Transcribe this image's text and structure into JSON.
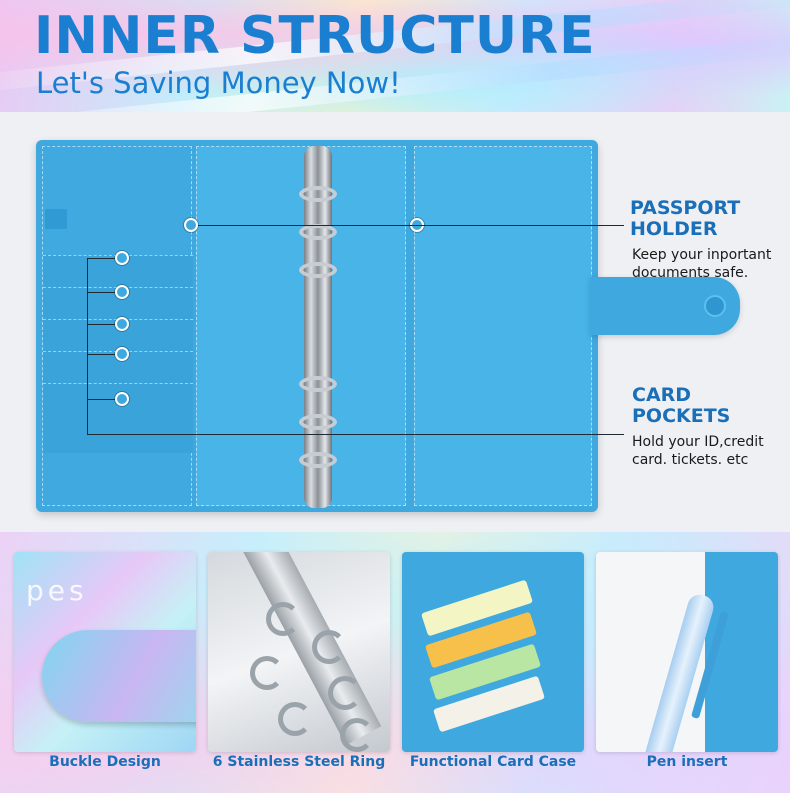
{
  "header": {
    "title": "INNER STRUCTURE",
    "subtitle": "Let's Saving Money Now!"
  },
  "callouts": {
    "passport": {
      "title_line1": "PASSPORT",
      "title_line2": "HOLDER",
      "desc_line1": "Keep your inportant",
      "desc_line2": "documents safe."
    },
    "cards": {
      "title_line1": "CARD",
      "title_line2": "POCKETS",
      "desc_line1": "Hold your ID,credit",
      "desc_line2": "card. tickets. etc"
    }
  },
  "features": [
    {
      "label": "Buckle Design",
      "embossed_text": "pes"
    },
    {
      "label": "6 Stainless Steel Ring"
    },
    {
      "label": "Functional Card Case"
    },
    {
      "label": "Pen insert"
    }
  ],
  "colors": {
    "accent": "#1a7fd0",
    "binder_blue": "#3ea8df",
    "label_blue": "#1a6fb8"
  }
}
